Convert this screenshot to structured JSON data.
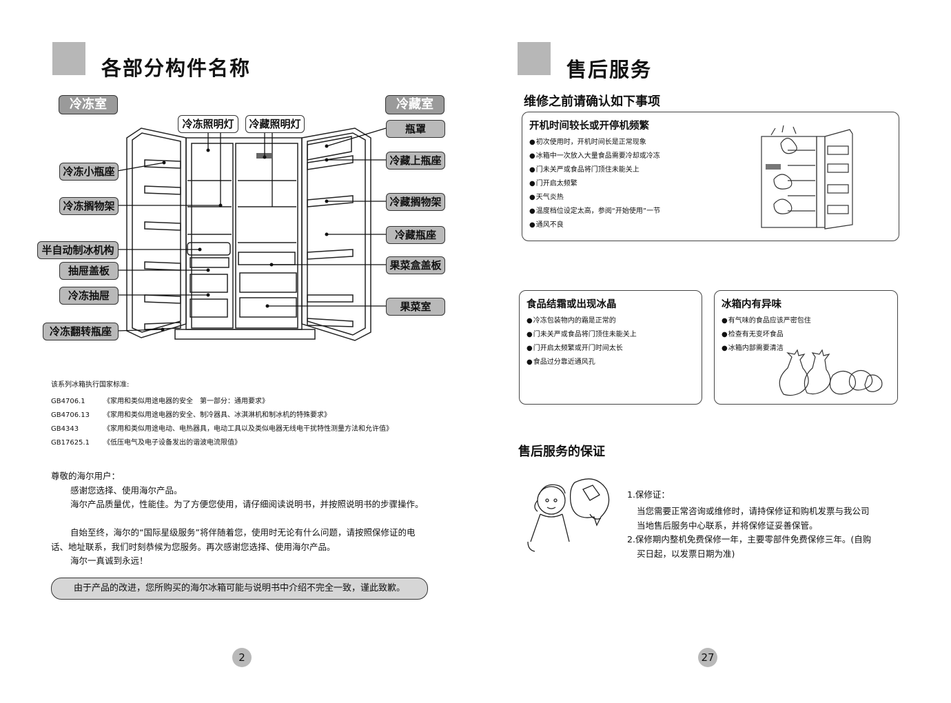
{
  "left_page": {
    "title": "各部分构件名称",
    "freezer_header": "冷冻室",
    "fridge_header": "冷藏室",
    "labels_left": {
      "freezer_light": "冷冻照明灯",
      "freezer_small_bottle": "冷冻小瓶座",
      "freezer_shelf": "冷冻搁物架",
      "ice_maker": "半自动制冰机构",
      "drawer_cover": "抽屉盖板",
      "freezer_drawer": "冷冻抽屉",
      "freezer_flip_bottle": "冷冻翻转瓶座"
    },
    "labels_right": {
      "fridge_light": "冷藏照明灯",
      "bottle_cover": "瓶罩",
      "fridge_upper_bottle": "冷藏上瓶座",
      "fridge_shelf": "冷藏搁物架",
      "fridge_bottle": "冷藏瓶座",
      "crisper_cover": "果菜盒盖板",
      "crisper": "果菜室"
    },
    "standards_intro": "该系列冰箱执行国家标准:",
    "standards": [
      {
        "code": "GB4706.1",
        "text": "《家用和类似用途电器的安全　第一部分：通用要求》"
      },
      {
        "code": "GB4706.13",
        "text": "《家用和类似用途电器的安全、制冷器具、冰淇淋机和制冰机的特殊要求》"
      },
      {
        "code": "GB4343",
        "text": "《家用和类似用途电动、电热器具，电动工具以及类似电器无线电干扰特性测量方法和允许值》"
      },
      {
        "code": "GB17625.1",
        "text": "《低压电气及电子设备发出的谐波电流限值》"
      }
    ],
    "greeting": "尊敬的海尔用户：",
    "para1": "感谢您选择、使用海尔产品。",
    "para2": "海尔产品质量优，性能佳。为了方便您使用，请仔细阅读说明书，并按照说明书的步骤操作。",
    "para3": "自始至终，海尔的“国际星级服务”将伴随着您，使用时无论有什么问题，请按照保修证的电话、地址联系，我们时刻恭候为您服务。再次感谢您选择、使用海尔产品。",
    "para4": "海尔一真诚到永远！",
    "note": "由于产品的改进，您所购买的海尔冰箱可能与说明书中介绍不完全一致，谨此致歉。",
    "page_number": "2"
  },
  "right_page": {
    "title": "售后服务",
    "subtitle": "维修之前请确认如下事项",
    "box1": {
      "title": "开机时间较长或开停机频繁",
      "items": [
        "初次使用时，开机时间长是正常现象",
        "冰箱中一次放入大量食品需要冷却或冷冻",
        "门未关严或食品将门顶住未能关上",
        "门开启太频繁",
        "天气炎热",
        "温度档位设定太高，参阅“开始使用”一节",
        "通风不良"
      ]
    },
    "box2": {
      "title": "食品结霜或出现冰晶",
      "items": [
        "冷冻包装物内的霜是正常的",
        "门未关严或食品将门顶住未能关上",
        "门开启太频繁或开门时间太长",
        "食品过分靠近通风孔"
      ]
    },
    "box3": {
      "title": "冰箱内有异味",
      "items": [
        "有气味的食品应该严密包住",
        "检查有无变坏食品",
        "冰箱内部需要清洁"
      ]
    },
    "warranty_title": "售后服务的保证",
    "warranty_lines": [
      "1.保修证：",
      "当您需要正常咨询或维修时，请持保修证和购机发票与我公司",
      "当地售后服务中心联系，并将保修证妥善保管。",
      "2.保修期内整机免费保修一年，主要零部件免费保修三年。(自购",
      "买日起，以发票日期为准)"
    ],
    "page_number": "27"
  }
}
